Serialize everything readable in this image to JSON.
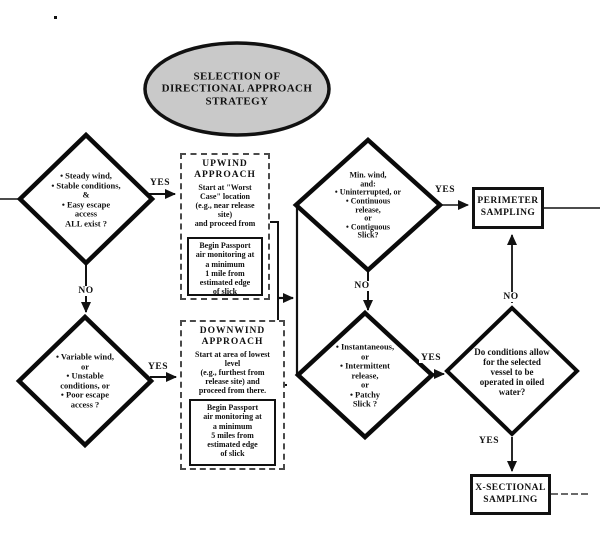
{
  "colors": {
    "ink": "#111111",
    "ellipse_fill": "#c9c9c9",
    "paper": "#ffffff"
  },
  "start": {
    "title": "SELECTION OF\nDIRECTIONAL APPROACH\nSTRATEGY"
  },
  "decisions": {
    "steady": "• Steady wind,\n• Stable conditions,\n&\n• Easy escape\naccess\nALL exist ?",
    "variable": "• Variable wind,\nor\n• Unstable\nconditions, or\n• Poor escape\naccess ?",
    "wind_release": "Min. wind,\nand:\n• Uninterrupted, or\n• Continuous\nrelease,\nor\n• Contiguous\nSlick?",
    "release_type": "• Instantaneous,\nor\n• Intermittent\nrelease,\nor\n• Patchy\nSlick ?",
    "vessel": "Do conditions allow\nfor the selected\nvessel to be\noperated in oiled\nwater?"
  },
  "processes": {
    "upwind": {
      "title": "UPWIND\nAPPROACH",
      "body": "Start at \"Worst\nCase\" location\n(e.g., near release\nsite)\nand proceed from",
      "note": "Begin Passport\nair monitoring at\na minimum\n1 mile from\nestimated edge\nof slick"
    },
    "downwind": {
      "title": "DOWNWIND\nAPPROACH",
      "body": "Start at area of lowest\nlevel\n(e.g., furthest from\nrelease site) and\nproceed from there.",
      "note": "Begin Passport\nair monitoring at\na minimum\n5 miles from\nestimated edge\nof slick"
    }
  },
  "terminals": {
    "perimeter": "PERIMETER\nSAMPLING",
    "xsectional": "X-SECTIONAL\nSAMPLING"
  },
  "edges": {
    "yes": "YES",
    "no": "NO"
  }
}
